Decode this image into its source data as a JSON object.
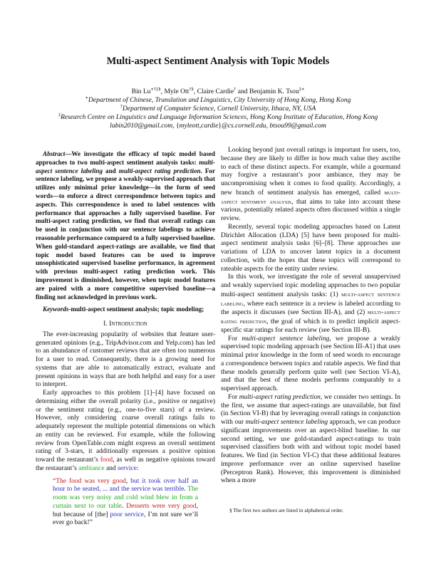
{
  "title": "Multi-aspect Sentiment Analysis with Topic Models",
  "authors": {
    "line": [
      [
        "n",
        "Bin Lu"
      ],
      [
        "sup",
        "∗†‡§"
      ],
      [
        "n",
        ", Myle Ott"
      ],
      [
        "sup",
        "†§"
      ],
      [
        "n",
        ", Claire Cardie"
      ],
      [
        "sup",
        "†"
      ],
      [
        "n",
        " and Benjamin K. Tsou"
      ],
      [
        "sup",
        "‡∗"
      ]
    ],
    "affiliations": [
      [
        [
          "sup",
          "∗"
        ],
        [
          "i",
          "Department of Chinese, Translation and Linguistics, City University of Hong Kong, Hong Kong"
        ]
      ],
      [
        [
          "sup",
          "†"
        ],
        [
          "i",
          "Department of Computer Science, Cornell University, Ithaca, NY, USA"
        ]
      ],
      [
        [
          "sup",
          "‡"
        ],
        [
          "i",
          "Research Centre on Linguistics and Language Information Sciences, Hong Kong Institute of Education, Hong Kong"
        ]
      ],
      [
        [
          "i",
          "lubin2010@gmail.com, "
        ],
        [
          "n",
          "{"
        ],
        [
          "i",
          "myleott,cardie"
        ],
        [
          "n",
          "}"
        ],
        [
          "i",
          "@cs.cornell.edu, btsou99@gmail.com"
        ]
      ]
    ]
  },
  "abstract": [
    [
      [
        "i",
        "Abstract"
      ],
      [
        "n",
        "—We investigate the efficacy of topic model based approaches to two multi-aspect sentiment analysis tasks: "
      ],
      [
        "i",
        "multi-aspect sentence labeling"
      ],
      [
        "n",
        " and "
      ],
      [
        "i",
        "multi-aspect rating prediction"
      ],
      [
        "n",
        ". For sentence labeling, we propose a weakly-supervised approach that utilizes only minimal prior knowledge—in the form of seed words—to enforce a direct correspondence between topics and aspects. This correspondence is used to label sentences with performance that approaches a fully supervised baseline. For multi-aspect rating prediction, we find that overall ratings can be used in conjunction with our sentence labelings to achieve reasonable performance compared to a fully supervised baseline. When gold-standard aspect-ratings are available, we find that topic model based features can be used to improve unsophisticated supervised baseline performance, in agreement with previous multi-aspect rating prediction work. This improvement is diminished, however, when topic model features are paired with a more competitive supervised baseline—a finding not acknowledged in previous work."
      ]
    ]
  ],
  "keywords": [
    [
      "bi",
      "Keywords"
    ],
    [
      "b",
      "-multi-aspect sentiment analysis; topic modeling;"
    ]
  ],
  "section_heading": "I. Introduction",
  "left_paragraphs": [
    [
      [
        "n",
        "The ever-increasing popularity of websites that feature user-generated opinions (e.g., TripAdvisor.com and Yelp.com) has led to an abundance of customer reviews that are often too numerous for a user to read. Consequently, there is a growing need for systems that are able to automatically extract, evaluate and present opinions in ways that are both helpful and easy for a user to interpret."
      ]
    ],
    [
      [
        "n",
        "Early approaches to this problem [1]–[4] have focused on determining either the overall polarity (i.e., positive or negative) or the sentiment rating (e.g., one-to-five stars) of a review. However, only considering coarse overall ratings fails to adequately represent the multiple potential dimensions on which an entity can be reviewed. For example, while the following review from OpenTable.com might express an overall sentiment rating of 3-stars, it additionally expresses a positive opinion toward the restaurant’s "
      ],
      [
        "red",
        "food"
      ],
      [
        "n",
        ", as well as negative opinions toward the restaurant’s "
      ],
      [
        "green",
        "ambiance"
      ],
      [
        "n",
        " and "
      ],
      [
        "blue",
        "service"
      ],
      [
        "n",
        ":"
      ]
    ]
  ],
  "quote": [
    [
      "red",
      "“The food was very good"
    ],
    [
      "n",
      ", "
    ],
    [
      "blue",
      "but it took over half an hour to be seated, ... and the service was terrible"
    ],
    [
      "n",
      ". "
    ],
    [
      "green",
      "The room was very noisy and cold wind blew in from a curtain next to our table"
    ],
    [
      "n",
      ". "
    ],
    [
      "red",
      "Desserts were very good"
    ],
    [
      "n",
      ", but because of [the] "
    ],
    [
      "blue",
      "poor service"
    ],
    [
      "n",
      ", I’m not sure we’ll ever go back!”"
    ]
  ],
  "right_paragraphs": [
    [
      [
        "n",
        "Looking beyond just overall ratings is important for users, too, because they are likely to differ in how much value they ascribe to each of these distinct aspects. For example, while a gourmand may forgive a restaurant’s poor ambiance, they may be uncompromising when it comes to food quality. Accordingly, a new branch of sentiment analysis has emerged, called "
      ],
      [
        "sc",
        "multi-aspect sentiment analysis"
      ],
      [
        "n",
        ", that aims to take into account these various, potentially related aspects often discussed within a single review."
      ]
    ],
    [
      [
        "n",
        "Recently, several topic modeling approaches based on Latent Dirichlet Allocation (LDA) [5] have been proposed for multi-aspect sentiment analysis tasks [6]–[8]. These approaches use variations of LDA to uncover latent topics in a document collection, with the hopes that these topics will correspond to rateable aspects for the entity under review."
      ]
    ],
    [
      [
        "n",
        "In this work, we investigate the role of several unsupervised and weakly supervised topic modeling approaches to two popular multi-aspect sentiment analysis tasks: (1) "
      ],
      [
        "sc",
        "multi-aspect sentence labeling"
      ],
      [
        "n",
        ", where each sentence in a review is labeled according to the aspects it discusses (see Section III-A), and (2) "
      ],
      [
        "sc",
        "multi-aspect rating prediction"
      ],
      [
        "n",
        ", the goal of which is to predict implicit aspect-specific star ratings for each review (see Section III-B)."
      ]
    ],
    [
      [
        "n",
        "For "
      ],
      [
        "i",
        "multi-aspect sentence labeling"
      ],
      [
        "n",
        ", we propose a weakly supervised topic modeling approach (see Section III-A1) that uses minimal prior knowledge in the form of seed words to encourage a correspondence between topics and ratable aspects. We find that these models generally perform quite well (see Section VI-A), and that the best of these models performs comparably to a supervised approach."
      ]
    ],
    [
      [
        "n",
        "For "
      ],
      [
        "i",
        "multi-aspect rating prediction"
      ],
      [
        "n",
        ", we consider two settings. In the first, we assume that aspect-ratings are unavailable, but find (in Section VI-B) that by leveraging overall ratings in conjunction with our "
      ],
      [
        "i",
        "multi-aspect sentence labeling"
      ],
      [
        "n",
        " approach, we can produce significant improvements over an aspect-blind baseline. In our second setting, we use gold-standard aspect-ratings to train supervised classifiers both with and without topic model based features. We find (in Section VI-C) that these additional features improve performance over an online supervised baseline (Perceptron Rank). However, this improvement is diminished when a more"
      ]
    ]
  ],
  "footnote": "§ The first two authors are listed in alphabetical order."
}
